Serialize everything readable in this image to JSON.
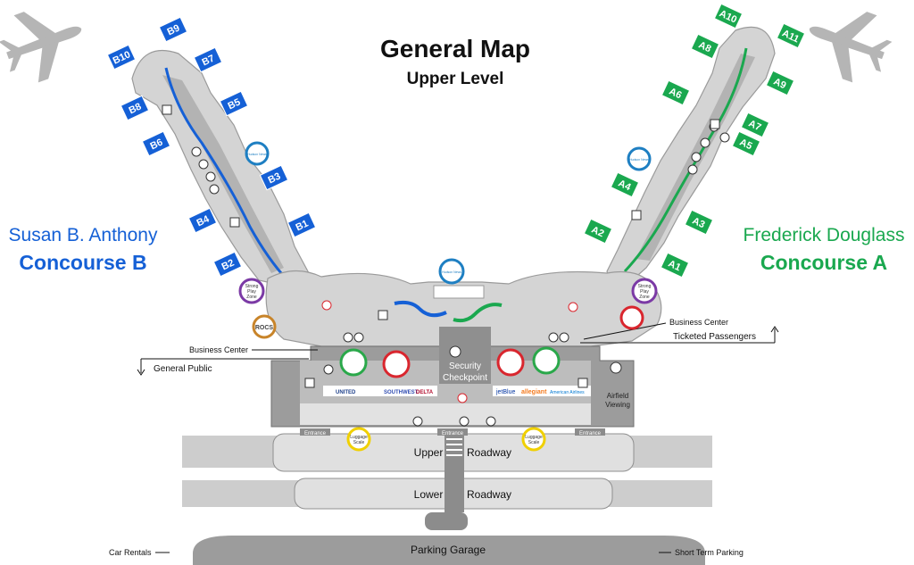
{
  "title": "General Map",
  "subtitle": "Upper Level",
  "colors": {
    "concourse_b": "#1560d6",
    "concourse_a": "#1aa84f",
    "building_light": "#d8d8d8",
    "building_mid": "#bdbdbd",
    "building_dark": "#8c8c8c",
    "strong_play": "#7b3aa5",
    "rocs": "#c8842a",
    "hudson": "#1e7fc2",
    "luggage": "#f0d000",
    "food_red": "#d9262e",
    "food_green": "#2aa84a"
  },
  "concourse_b": {
    "name": "Susan B. Anthony",
    "title": "Concourse B",
    "gates": [
      "B10",
      "B9",
      "B7",
      "B8",
      "B5",
      "B6",
      "B3",
      "B4",
      "B1",
      "B2"
    ]
  },
  "concourse_a": {
    "name": "Frederick Douglass",
    "title": "Concourse A",
    "gates": [
      "A10",
      "A11",
      "A8",
      "A9",
      "A6",
      "A7",
      "A5",
      "A4",
      "A3",
      "A2",
      "A1"
    ]
  },
  "labels": {
    "business_center_left": "Business Center",
    "business_center_right": "Business Center",
    "general_public": "General Public",
    "ticketed_passengers": "Ticketed Passengers",
    "security_checkpoint_1": "Security",
    "security_checkpoint_2": "Checkpoint",
    "airfield_viewing_1": "Airfield",
    "airfield_viewing_2": "Viewing",
    "strong_play_1": "Strong",
    "strong_play_2": "Play",
    "strong_play_3": "Zone",
    "rocs": "ROCS",
    "luggage_scale_1": "Luggage",
    "luggage_scale_2": "Scale",
    "entrance": "Entrance",
    "upper": "Upper",
    "lower": "Lower",
    "roadway": "Roadway",
    "parking_garage": "Parking Garage",
    "car_rentals": "Car Rentals",
    "short_term_parking": "Short Term Parking",
    "hudson": "Hudson News"
  },
  "airlines_left": [
    "UNITED",
    "SOUTHWEST",
    "DELTA"
  ],
  "airlines_right": [
    "jetBlue",
    "allegiant",
    "American Airlines"
  ]
}
